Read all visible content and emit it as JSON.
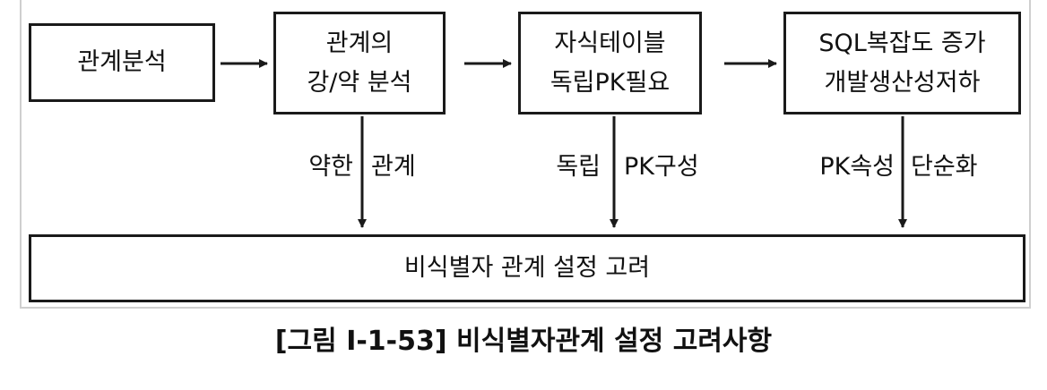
{
  "boxes": {
    "analysis": {
      "line1": "관계분석"
    },
    "strength": {
      "line1": "관계의",
      "line2": "강/약 분석"
    },
    "child_table": {
      "line1": "자식테이블",
      "line2": "독립PK필요"
    },
    "sql": {
      "line1": "SQL복잡도 증가",
      "line2": "개발생산성저하"
    },
    "result": {
      "line1": "비식별자 관계 설정 고려"
    }
  },
  "edge_labels": {
    "weak_left": "약한",
    "weak_right": "관계",
    "independent_left": "독립",
    "independent_right": "PK구성",
    "pk_left": "PK속성",
    "pk_right": "단순화"
  },
  "caption": "[그림 Ⅰ-1-53] 비식별자관계 설정 고려사항"
}
